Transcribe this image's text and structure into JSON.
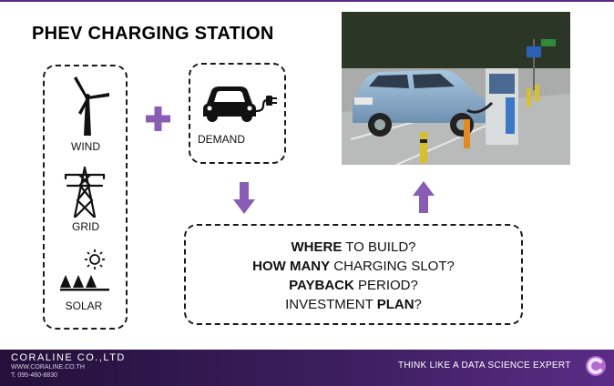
{
  "title": "PHEV CHARGING STATION",
  "sources": {
    "wind": "WIND",
    "grid": "GRID",
    "solar": "SOLAR"
  },
  "demand": "DEMAND",
  "questions": [
    {
      "bold": "WHERE",
      "rest": " TO BUILD?"
    },
    {
      "bold": "HOW MANY",
      "rest": " CHARGING SLOT?"
    },
    {
      "bold": "PAYBACK",
      "rest": " PERIOD?"
    },
    {
      "pre": "INVESTMENT ",
      "bold": "PLAN",
      "rest": "?"
    }
  ],
  "footer": {
    "company": "CORALINE CO.,LTD",
    "website": "WWW.CORALINE.CO.TH",
    "phone": "T. 095-460-8830",
    "slogan": "THINK LIKE A DATA SCIENCE EXPERT"
  },
  "colors": {
    "accent": "#8a5db5",
    "footer": "#3c1e5e"
  }
}
